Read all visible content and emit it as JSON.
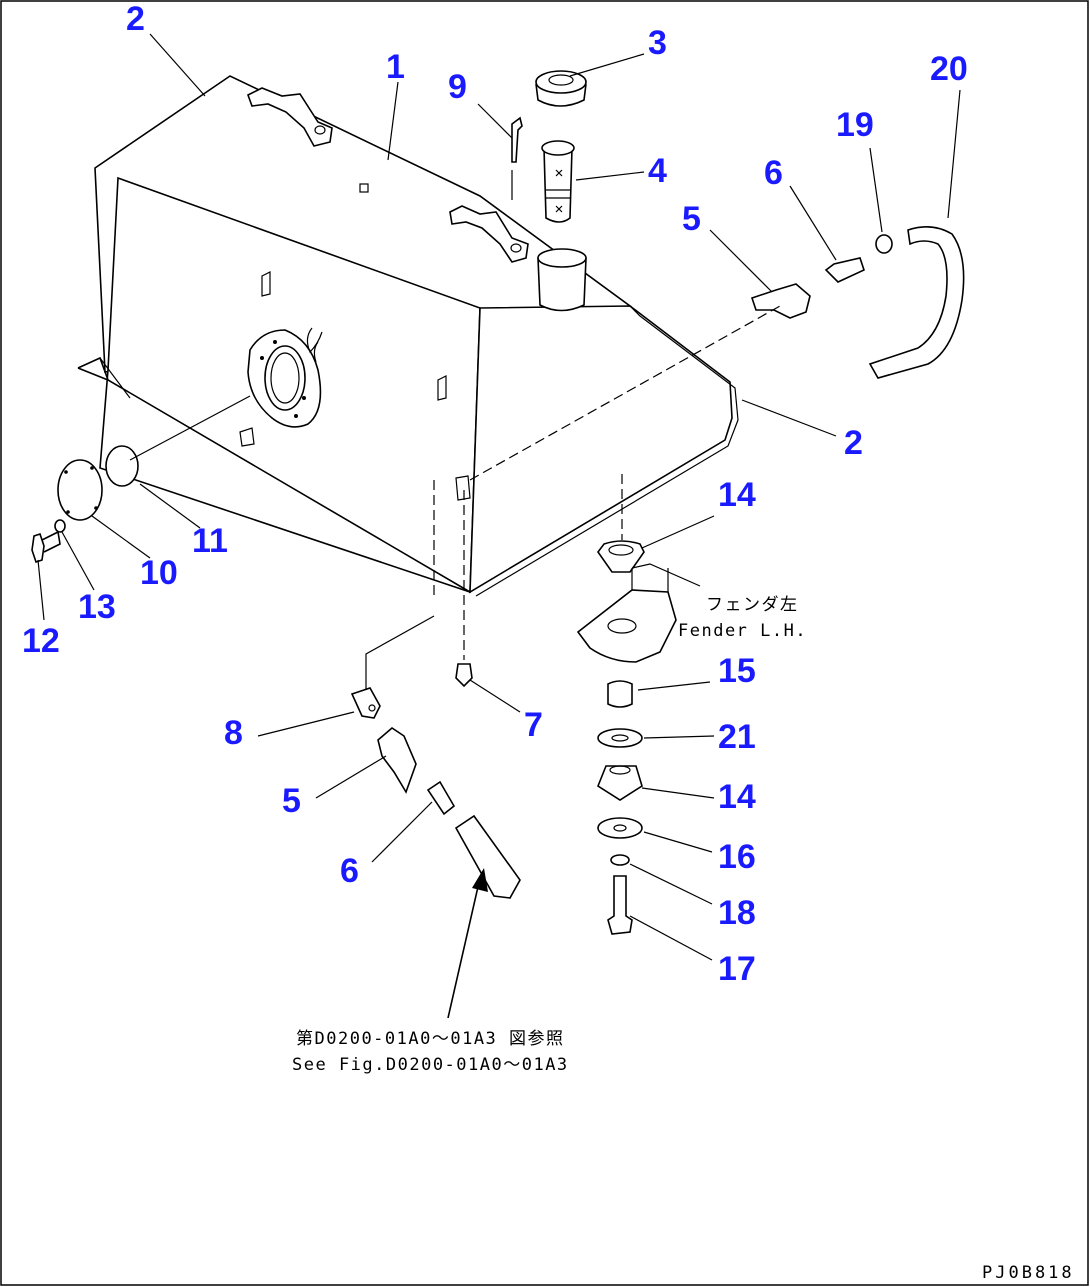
{
  "diagram": {
    "callouts": [
      {
        "id": "c2a",
        "label": "2"
      },
      {
        "id": "c1",
        "label": "1"
      },
      {
        "id": "c9",
        "label": "9"
      },
      {
        "id": "c3",
        "label": "3"
      },
      {
        "id": "c20",
        "label": "20"
      },
      {
        "id": "c19",
        "label": "19"
      },
      {
        "id": "c4",
        "label": "4"
      },
      {
        "id": "c6a",
        "label": "6"
      },
      {
        "id": "c5a",
        "label": "5"
      },
      {
        "id": "c2b",
        "label": "2"
      },
      {
        "id": "c14a",
        "label": "14"
      },
      {
        "id": "c11",
        "label": "11"
      },
      {
        "id": "c10",
        "label": "10"
      },
      {
        "id": "c13",
        "label": "13"
      },
      {
        "id": "c12",
        "label": "12"
      },
      {
        "id": "c15",
        "label": "15"
      },
      {
        "id": "c21",
        "label": "21"
      },
      {
        "id": "c14b",
        "label": "14"
      },
      {
        "id": "c16",
        "label": "16"
      },
      {
        "id": "c18",
        "label": "18"
      },
      {
        "id": "c17",
        "label": "17"
      },
      {
        "id": "c8",
        "label": "8"
      },
      {
        "id": "c7",
        "label": "7"
      },
      {
        "id": "c5b",
        "label": "5"
      },
      {
        "id": "c6b",
        "label": "6"
      }
    ],
    "notes": {
      "fender_jp": "フェンダ左",
      "fender_en": "Fender L.H.",
      "reference_jp": "第D0200-01A0～01A3 図参照",
      "reference_en": "See Fig.D0200-01A0～01A3"
    },
    "sheet_id": "PJ0B818"
  }
}
